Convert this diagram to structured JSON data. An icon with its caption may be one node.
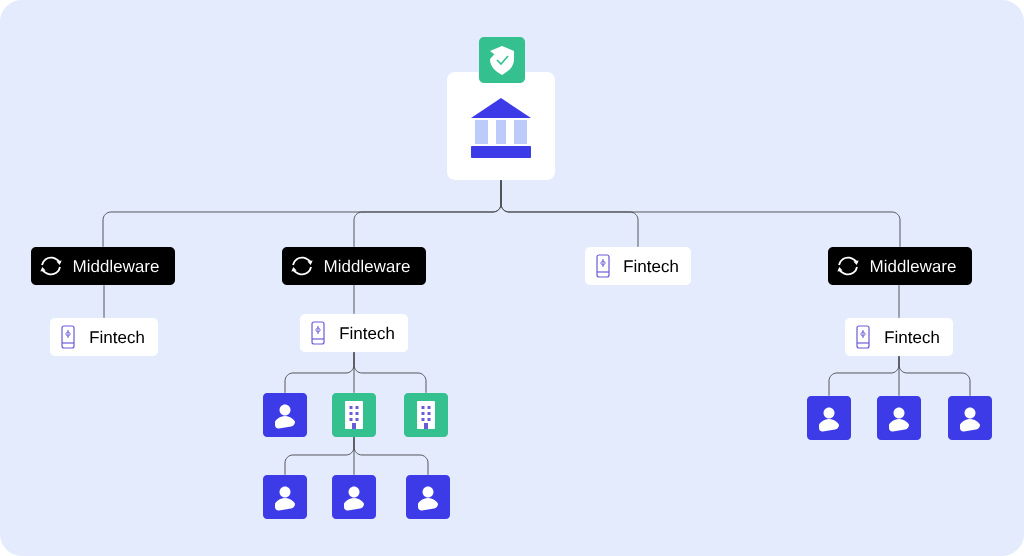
{
  "diagram": {
    "nodes": [
      {
        "text": [],
        "shape": "picture"
      },
      {
        "text": [
          "Middleware"
        ]
      },
      {
        "text": [
          "Middleware"
        ]
      },
      {
        "text": [
          "Fintech"
        ]
      },
      {
        "text": [
          "Middleware"
        ]
      },
      {
        "text": [
          "Fintech"
        ]
      },
      {
        "text": [
          "Fintech"
        ]
      },
      {
        "text": [
          "Fintech"
        ]
      },
      {
        "text": [],
        "shape": "person"
      },
      {
        "text": [],
        "shape": "picture"
      },
      {
        "text": [],
        "shape": "picture"
      },
      {
        "text": [],
        "shape": "person"
      },
      {
        "text": [],
        "shape": "person"
      },
      {
        "text": [],
        "shape": "person"
      },
      {
        "text": [],
        "shape": "person"
      },
      {
        "text": [],
        "shape": "person"
      },
      {
        "text": [],
        "shape": "person"
      }
    ],
    "edges": [
      {
        "from": 0,
        "to": 1,
        "arrow": "none"
      },
      {
        "from": 0,
        "to": 2,
        "arrow": "none"
      },
      {
        "from": 0,
        "to": 3,
        "arrow": "none"
      },
      {
        "from": 0,
        "to": 4,
        "arrow": "none"
      },
      {
        "from": 1,
        "to": 5,
        "arrow": "none"
      },
      {
        "from": 2,
        "to": 6,
        "arrow": "none"
      },
      {
        "from": 4,
        "to": 7,
        "arrow": "none"
      },
      {
        "from": 6,
        "to": 8,
        "arrow": "none"
      },
      {
        "from": 6,
        "to": 9,
        "arrow": "none"
      },
      {
        "from": 6,
        "to": 10,
        "arrow": "none"
      },
      {
        "from": 9,
        "to": 11,
        "arrow": "none"
      },
      {
        "from": 9,
        "to": 12,
        "arrow": "none"
      },
      {
        "from": 9,
        "to": 13,
        "arrow": "none"
      },
      {
        "from": 7,
        "to": 14,
        "arrow": "none"
      },
      {
        "from": 7,
        "to": 15,
        "arrow": "none"
      },
      {
        "from": 7,
        "to": 16,
        "arrow": "none"
      }
    ]
  }
}
